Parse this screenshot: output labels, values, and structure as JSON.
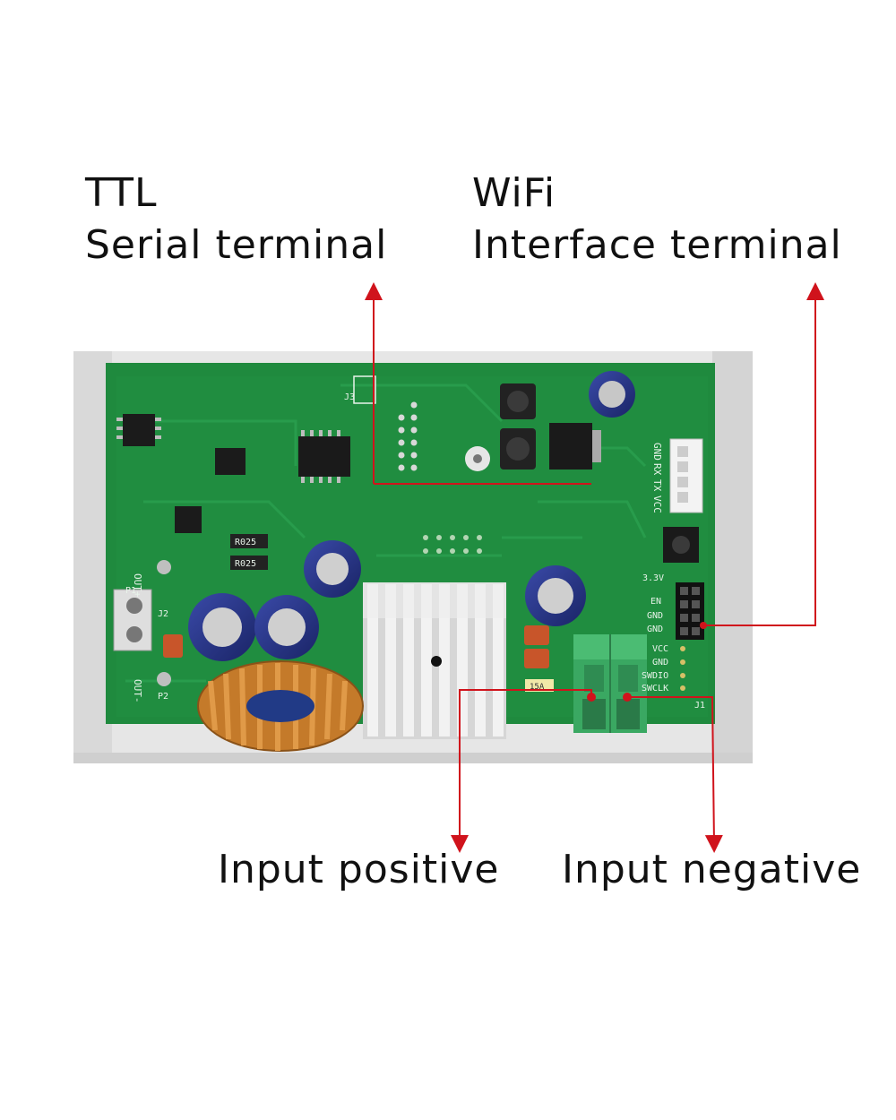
{
  "labels": {
    "ttl_line1": "TTL",
    "ttl_line2": "Serial terminal",
    "wifi_line1": "WiFi",
    "wifi_line2": "Interface terminal",
    "input_positive": "Input positive",
    "input_negative": "Input negative"
  },
  "board_silkscreen": {
    "wifi_pins": [
      "GND",
      "RX",
      "TX",
      "VCC"
    ],
    "debug_pins": [
      "VCC",
      "GND",
      "SWDIO",
      "SWCLK"
    ],
    "header_pins": [
      "3.3V",
      "EN",
      "GND",
      "GND"
    ],
    "shunts": [
      "R025",
      "R025"
    ],
    "fuse": "15A",
    "output_labels": [
      "OUT+",
      "OUT-"
    ],
    "connector_refs": [
      "J1",
      "J2",
      "J3",
      "P1",
      "P2"
    ]
  },
  "colors": {
    "pcb": "#1f8a3e",
    "enclosure": "#e4e4e4",
    "terminal_block": "#3aa862",
    "arrow": "#d0131c",
    "toroid_copper": "#c47a2a"
  }
}
